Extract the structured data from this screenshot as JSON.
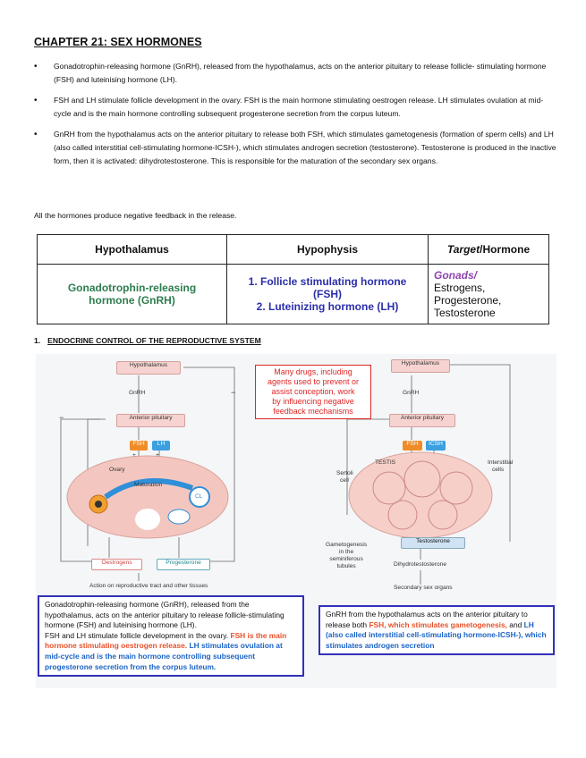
{
  "title": "CHAPTER 21: SEX HORMONES",
  "bullets": [
    "Gonadotrophin-releasing hormone (GnRH), released from the hypothalamus, acts on the anterior pituitary to release follicle- stimulating hormone (FSH) and luteinising hormone (LH).",
    "FSH and LH stimulate follicle development in the ovary. FSH is the main hormone stimulating oestrogen release. LH stimulates ovulation at mid-cycle and is the main hormone controlling subsequent progesterone secretion from the corpus luteum.",
    "GnRH from the hypothalamus acts on the anterior pituitary to release both FSH, which stimulates gametogenesis (formation of sperm cells) and LH (also called interstitial cell-stimulating hormone-ICSH-), which stimulates androgen secretion (testosterone). Testosterone is produced in the inactive form, then it is activated: dihydrotestosterone. This is responsible for the maturation of the secondary sex organs."
  ],
  "note": "All the hormones produce negative feedback in the release.",
  "table": {
    "headers": [
      "Hypothalamus",
      "Hypophysis",
      "Target",
      "/Hormone"
    ],
    "col1": [
      "Gonadotrophin-releasing",
      "hormone (GnRH)"
    ],
    "col2": [
      "1. Follicle stimulating hormone",
      "(FSH)",
      "2. Luteinizing hormone (LH)"
    ],
    "col3_title": "Gonads/",
    "col3": [
      "Estrogens,",
      "Progesterone,",
      "Testosterone"
    ]
  },
  "section": {
    "number": "1.",
    "title": "ENDOCRINE CONTROL OF THE REPRODUCTIVE SYSTEM"
  },
  "diagram_left": {
    "hypothalamus": "Hypothalamus",
    "gnrh": "GnRH",
    "pituitary": "Anterior pituitary",
    "fsh": "FSH",
    "lh": "LH",
    "ovary": "Ovary",
    "maturation": "Maturation",
    "cl": "CL",
    "oestrogens": "Oestrogens",
    "progesterone": "Progesterone",
    "action": "Action on reproductive tract and other tissues",
    "minus": "−",
    "plus": "+"
  },
  "red_note": [
    "Many drugs, including",
    "agents used to prevent or",
    "assist conception, work",
    "by influencing negative",
    "feedback mechanisms"
  ],
  "diagram_right": {
    "hypothalamus": "Hypothalamus",
    "gnrh": "GnRH",
    "pituitary": "Anterior pituitary",
    "fsh": "FSH",
    "icsh": "ICSH",
    "testis": "TESTIS",
    "sertoli": "Sertoli",
    "sertoli2": "cell",
    "interstitial": "Interstitial",
    "interstitial2": "cells",
    "gametogenesis": [
      "Gametogenesis",
      "in the",
      "seminiferous",
      "tubules"
    ],
    "testosterone": "Testosterone",
    "dihydro": "Dihydrotestosterone",
    "secondary": "Secondary sex organs"
  },
  "caption_left": {
    "line1": "Gonadotrophin-releasing hormone (GnRH), released from the hypothalamus, acts on the anterior pituitary to release follicle-stimulating hormone (FSH) and luteinising hormone (LH).",
    "line2a": "FSH and LH stimulate follicle development in the ovary. ",
    "line2b": "FSH is the main hormone stimulating oestrogen release.",
    "line2c": " LH stimulates ovulation at mid-cycle and is the main hormone controlling subsequent progesterone secretion from the corpus luteum."
  },
  "caption_right": {
    "a": "GnRH from the hypothalamus acts on the anterior pituitary to release both ",
    "b": "FSH,",
    "c": " which stimulates gametogenesis,",
    "d": " and ",
    "e": "LH (also called interstitial cell-stimulating hormone-ICSH-), which stimulates androgen secretion"
  },
  "colors": {
    "accent_blue": "#3131b8",
    "accent_red": "#e02525",
    "orange": "#e8512b",
    "blue_text": "#1a63c7",
    "green": "#2e7d4f",
    "purple": "#8e44ad",
    "fsh_box": "#f08c28",
    "lh_box": "#3aa0e0"
  }
}
